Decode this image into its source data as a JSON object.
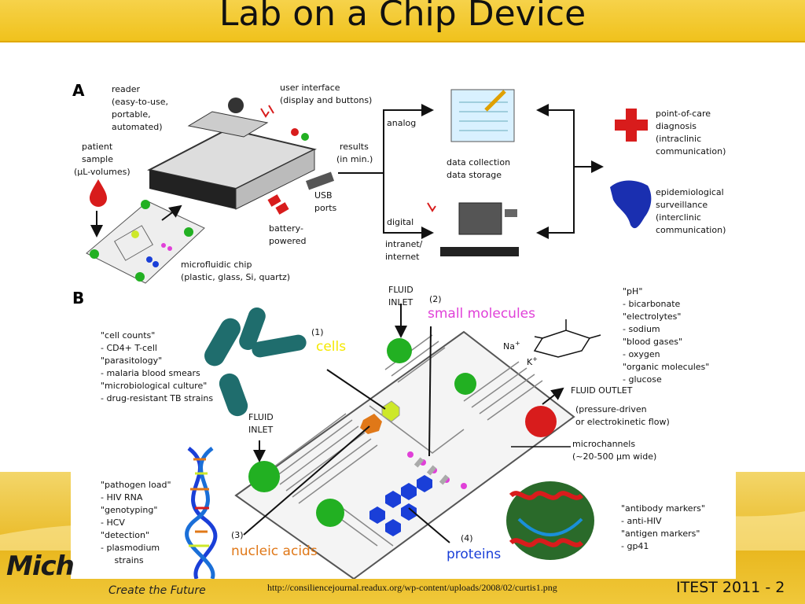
{
  "slide": {
    "title": "Lab on a Chip Device",
    "source_url": "http://consiliencejournal.readux.org/wp-content/uploads/2008/02/curtis1.png",
    "footer": "ITEST 2011 - 2",
    "tagline": "Create the Future",
    "logo_text": "Mich"
  },
  "panel_a": {
    "letter": "A",
    "reader": [
      "reader",
      "(easy-to-use,",
      "portable,",
      "automated)"
    ],
    "patient": [
      "patient",
      "sample",
      "(µL-volumes)"
    ],
    "user_interface": [
      "user interface",
      "(display and buttons)"
    ],
    "results": [
      "results",
      "(in min.)"
    ],
    "analog": "analog",
    "digital": "digital",
    "data": [
      "data collection",
      "data storage"
    ],
    "usb": [
      "USB",
      "ports"
    ],
    "battery": [
      "battery-",
      "powered"
    ],
    "chip": [
      "microfluidic chip",
      "(plastic, glass, Si, quartz)"
    ],
    "intranet": [
      "intranet/",
      "internet"
    ],
    "poc": [
      "point-of-care",
      "diagnosis",
      "(intraclinic",
      "communication)"
    ],
    "epi": [
      "epidemiological",
      "surveillance",
      "(interclinic",
      "communication)"
    ]
  },
  "panel_b": {
    "letter": "B",
    "fluid_inlet_top": [
      "FLUID",
      "INLET"
    ],
    "fluid_inlet_left": [
      "FLUID",
      "INLET"
    ],
    "fluid_outlet": "FLUID OUTLET",
    "outlet_note": [
      "(pressure-driven",
      "or electrokinetic flow)"
    ],
    "microchannels": [
      "microchannels",
      "(~20-500 µm wide)"
    ],
    "n1": "(1)",
    "cells": "cells",
    "n2": "(2)",
    "small_molecules": "small molecules",
    "n3": "(3)",
    "nucleic_acids": "nucleic acids",
    "n4": "(4)",
    "proteins": "proteins",
    "cell_list": [
      "\"cell counts\"",
      "- CD4+ T-cell",
      "\"parasitology\"",
      "- malaria blood smears",
      "\"microbiological culture\"",
      "- drug-resistant TB strains"
    ],
    "molecule_list": [
      "\"pH\"",
      "- bicarbonate",
      "\"electrolytes\"",
      "- sodium",
      "\"blood gases\"",
      "- oxygen",
      "\"organic molecules\"",
      "- glucose"
    ],
    "nucleic_list": [
      "\"pathogen load\"",
      "- HIV RNA",
      "\"genotyping\"",
      "- HCV",
      "\"detection\"",
      "- plasmodium",
      "  strains"
    ],
    "protein_list": [
      "\"antibody markers\"",
      "- anti-HIV",
      "\"antigen markers\"",
      "- gp41"
    ],
    "na": "Na",
    "k": "K",
    "plus": "+"
  },
  "colors": {
    "title_bar": "#f0c21c",
    "cells_label": "#f5e800",
    "small_molecules_label": "#e040d8",
    "nucleic_label": "#e07818",
    "proteins_label": "#1a3fd8",
    "inlet_green": "#22b022",
    "outlet_red": "#d81c1c"
  }
}
